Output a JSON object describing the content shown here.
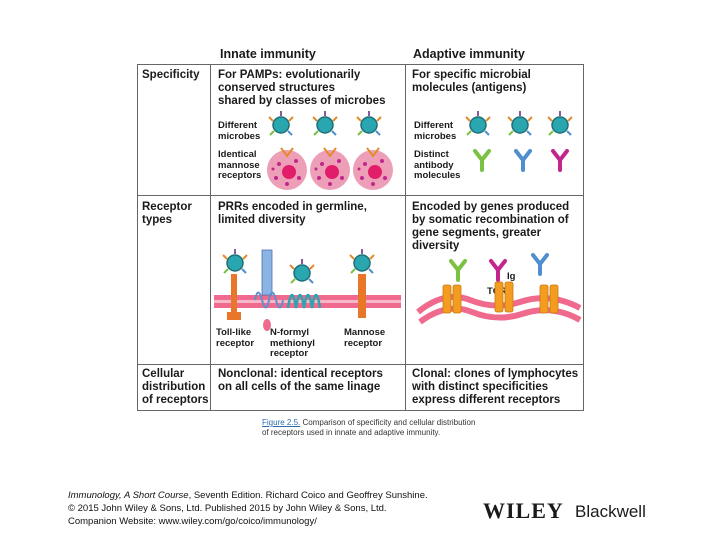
{
  "headers": {
    "innate": "Innate immunity",
    "adaptive": "Adaptive immunity"
  },
  "rows": [
    {
      "label": "Specificity",
      "innate": "For PAMPs: evolutionarily\nconserved structures\nshared by classes of microbes",
      "adaptive": "For specific microbial\nmolecules (antigens)"
    },
    {
      "label": "Receptor\ntypes",
      "innate": "PRRs encoded in germline,\nlimited diversity",
      "adaptive": "Encoded by genes produced\nby somatic recombination of\ngene segments, greater\ndiversity"
    },
    {
      "label": "Cellular\ndistribution\nof receptors",
      "innate": "Nonclonal: identical receptors\non all cells of the same linage",
      "adaptive": "Clonal: clones of lymphocytes\nwith distinct specificities\nexpress different receptors"
    }
  ],
  "annotations": {
    "different_microbes_innate": "Different\nmicrobes",
    "identical_mannose": "Identical\nmannose\nreceptors",
    "different_microbes_adaptive": "Different\nmicrobes",
    "distinct_antibody": "Distinct\nantibody\nmolecules",
    "toll_like": "Toll-like\nreceptor",
    "n_formyl": "N-formyl\nmethionyl\nreceptor",
    "mannose_receptor": "Mannose\nreceptor",
    "ig": "Ig",
    "tcr": "TCR"
  },
  "caption": {
    "figure": "Figure 2.5.",
    "text": " Comparison of specificity and cellular distribution of receptors used in innate and adaptive immunity."
  },
  "credits": {
    "title": "Immunology, A Short Course",
    "line1_rest": ", Seventh Edition. Richard Coico and Geoffrey Sunshine.",
    "line2": "© 2015 John Wiley & Sons, Ltd. Published 2015 by John Wiley & Sons, Ltd.",
    "line3": "Companion Website: www.wiley.com/go/coico/immunology/"
  },
  "logo": {
    "wiley": "WILEY",
    "blackwell": "Blackwell"
  },
  "colors": {
    "border": "#666666",
    "microbe_core": "#2aa6b0",
    "microbe_ring": "#1e6f77",
    "cell_pink": "#ee9fb8",
    "cell_nucleus": "#e21e6a",
    "membrane": "#ef6a8c",
    "orange": "#f39c1f",
    "magenta": "#c2268d",
    "green": "#7cc242",
    "blue": "#4f8fcf"
  }
}
